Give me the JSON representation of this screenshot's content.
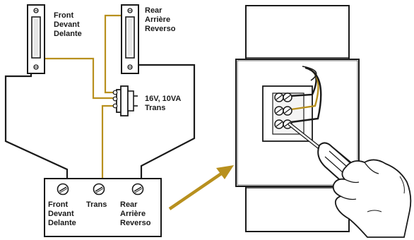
{
  "labels": {
    "front_button": [
      "Front",
      "Devant",
      "Delante"
    ],
    "rear_button": [
      "Rear",
      "Arrière",
      "Reverso"
    ],
    "transformer": [
      "16V, 10VA",
      "Trans"
    ],
    "chime_front": [
      "Front",
      "Devant",
      "Delante"
    ],
    "chime_trans": [
      "Trans"
    ],
    "chime_rear": [
      "Rear",
      "Arrière",
      "Reverso"
    ]
  },
  "colors": {
    "wire_gold": "#b8901e",
    "wire_black": "#1a1a1a",
    "arrow": "#b8901e",
    "outline": "#1a1a1a"
  }
}
